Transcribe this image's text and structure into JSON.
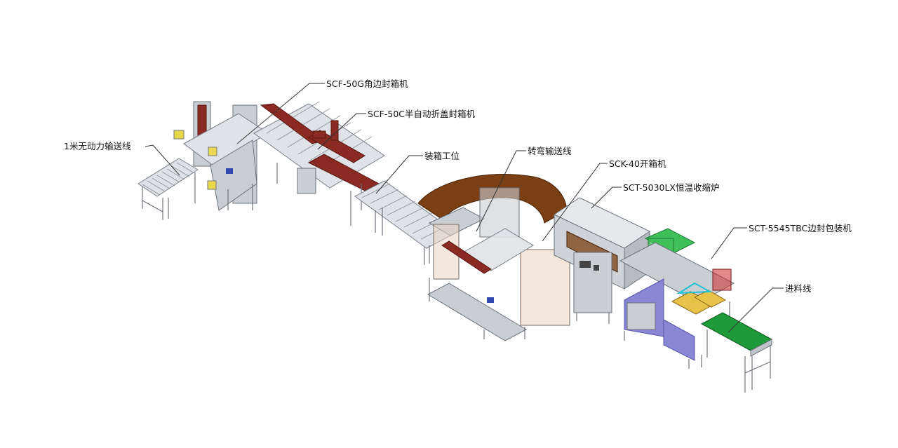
{
  "callouts": [
    {
      "id": "conveyor-1m",
      "text": "1米无动力输送线"
    },
    {
      "id": "scf50g",
      "text": "SCF-50G角边封箱机"
    },
    {
      "id": "scf50c",
      "text": "SCF-50C半自动折盖封箱机"
    },
    {
      "id": "packing-station",
      "text": "装箱工位"
    },
    {
      "id": "curve-conveyor",
      "text": "转弯输送线"
    },
    {
      "id": "sck40",
      "text": "SCK-40开箱机"
    },
    {
      "id": "sct5030",
      "text": "SCT-5030LX恒温收缩炉"
    },
    {
      "id": "sct5545",
      "text": "SCT-5545TBC边封包装机"
    },
    {
      "id": "infeed",
      "text": "进料线"
    }
  ],
  "colors": {
    "frame": "#c9ced3",
    "seal_red": "#8a2a22",
    "curve_brown": "#7a3f12",
    "panel_green": "#3fbf57",
    "belt_green": "#1f9a3a",
    "cabinet_blue": "#8a86d6",
    "accent_yellow": "#e9d84a"
  }
}
